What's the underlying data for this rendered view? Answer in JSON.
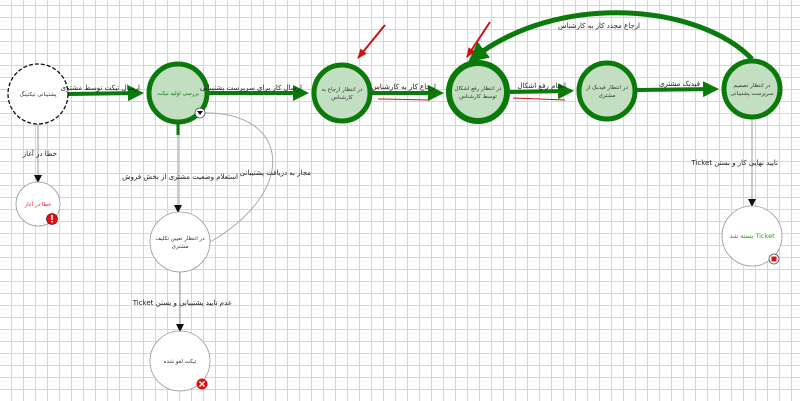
{
  "colors": {
    "active": "#0a7a0a",
    "active_fill": "#c2dfc2",
    "error": "#ff2020",
    "closed_text": "#2a9a2a",
    "annotation": "#d01010"
  },
  "nodes": {
    "start": {
      "label": "پشتیبانی تیکتینگ"
    },
    "review": {
      "label": "بررسی اولیه تیکت"
    },
    "await_assign": {
      "line1": "در انتظار ارجاع به",
      "line2": "کارشناس"
    },
    "await_fix": {
      "line1": "در انتظار رفع اشکال",
      "line2": "توسط کارشناس"
    },
    "await_feedback": {
      "line1": "در انتظار فیدبک از",
      "line2": "مشتری"
    },
    "await_decision": {
      "line1": "در انتظار تصمیم",
      "line2": "سرپرست پشتیبانی"
    },
    "start_error": {
      "label": "خطا در آغاز"
    },
    "await_customer": {
      "line1": "در انتظار تعیین تکلیف",
      "line2": "مشتری"
    },
    "cancelled": {
      "label": "تیکت لغو شده"
    },
    "closed": {
      "label": "Ticket بسته شد"
    }
  },
  "edges": {
    "submit": "ارسال تیکت توسط مشتری",
    "to_supervisor": "ارسال کار برای سرپرست پشتیبانی",
    "assign": "ارجاع کار به کارشناس",
    "fixed": "انجام رفع اشکال",
    "feedback": "فیدبک مشتری",
    "reassign": "ارجاع مجدد کار به کارشناس",
    "error": "خطا در آغاز",
    "inquiry": "استعلام وضعیت مشتری از بخش فروش",
    "allowed": "مجاز به دریافت پشتیبانی",
    "reject": "عدم تایید پشتیبانی و بستن Ticket",
    "approve": "تایید نهایی کار و بستن Ticket"
  }
}
